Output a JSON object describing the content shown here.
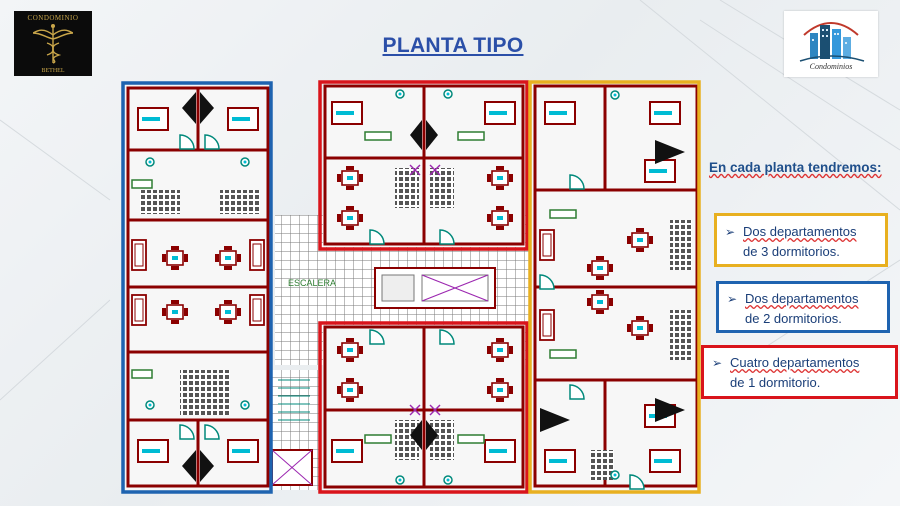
{
  "title": "PLANTA TIPO",
  "logo_left": {
    "line1": "CONDOMINIO",
    "line2": "BETHEL",
    "color": "#c9a64a"
  },
  "logo_right": {
    "text": "Condominios"
  },
  "heading": "En cada planta tendremos:",
  "legend": [
    {
      "line1": "Dos departamentos",
      "line2": "de 3 dormitorios.",
      "color": "#e8b020"
    },
    {
      "line1": "Dos departamentos",
      "line2": "de 2 dormitorios.",
      "color": "#1e63b0"
    },
    {
      "line1": "Cuatro departamentos",
      "line2": "de 1 dormitorio.",
      "color": "#d9141b"
    }
  ],
  "plan": {
    "stair_label": "ESCALERA",
    "colors": {
      "blue": "#1e63b0",
      "red": "#d9141b",
      "yellow": "#e8b020",
      "wall": "#8b0000"
    }
  }
}
